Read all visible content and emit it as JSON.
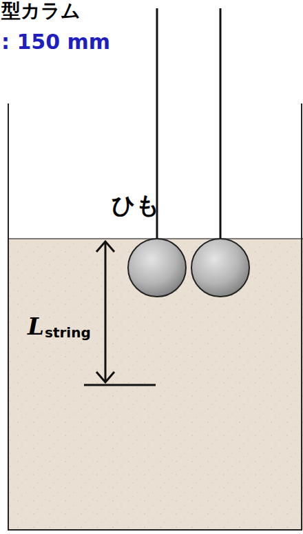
{
  "diagram": {
    "labels": [
      "型カラム",
      ": 150 mm",
      "ひも",
      "L",
      "string"
    ]
  }
}
